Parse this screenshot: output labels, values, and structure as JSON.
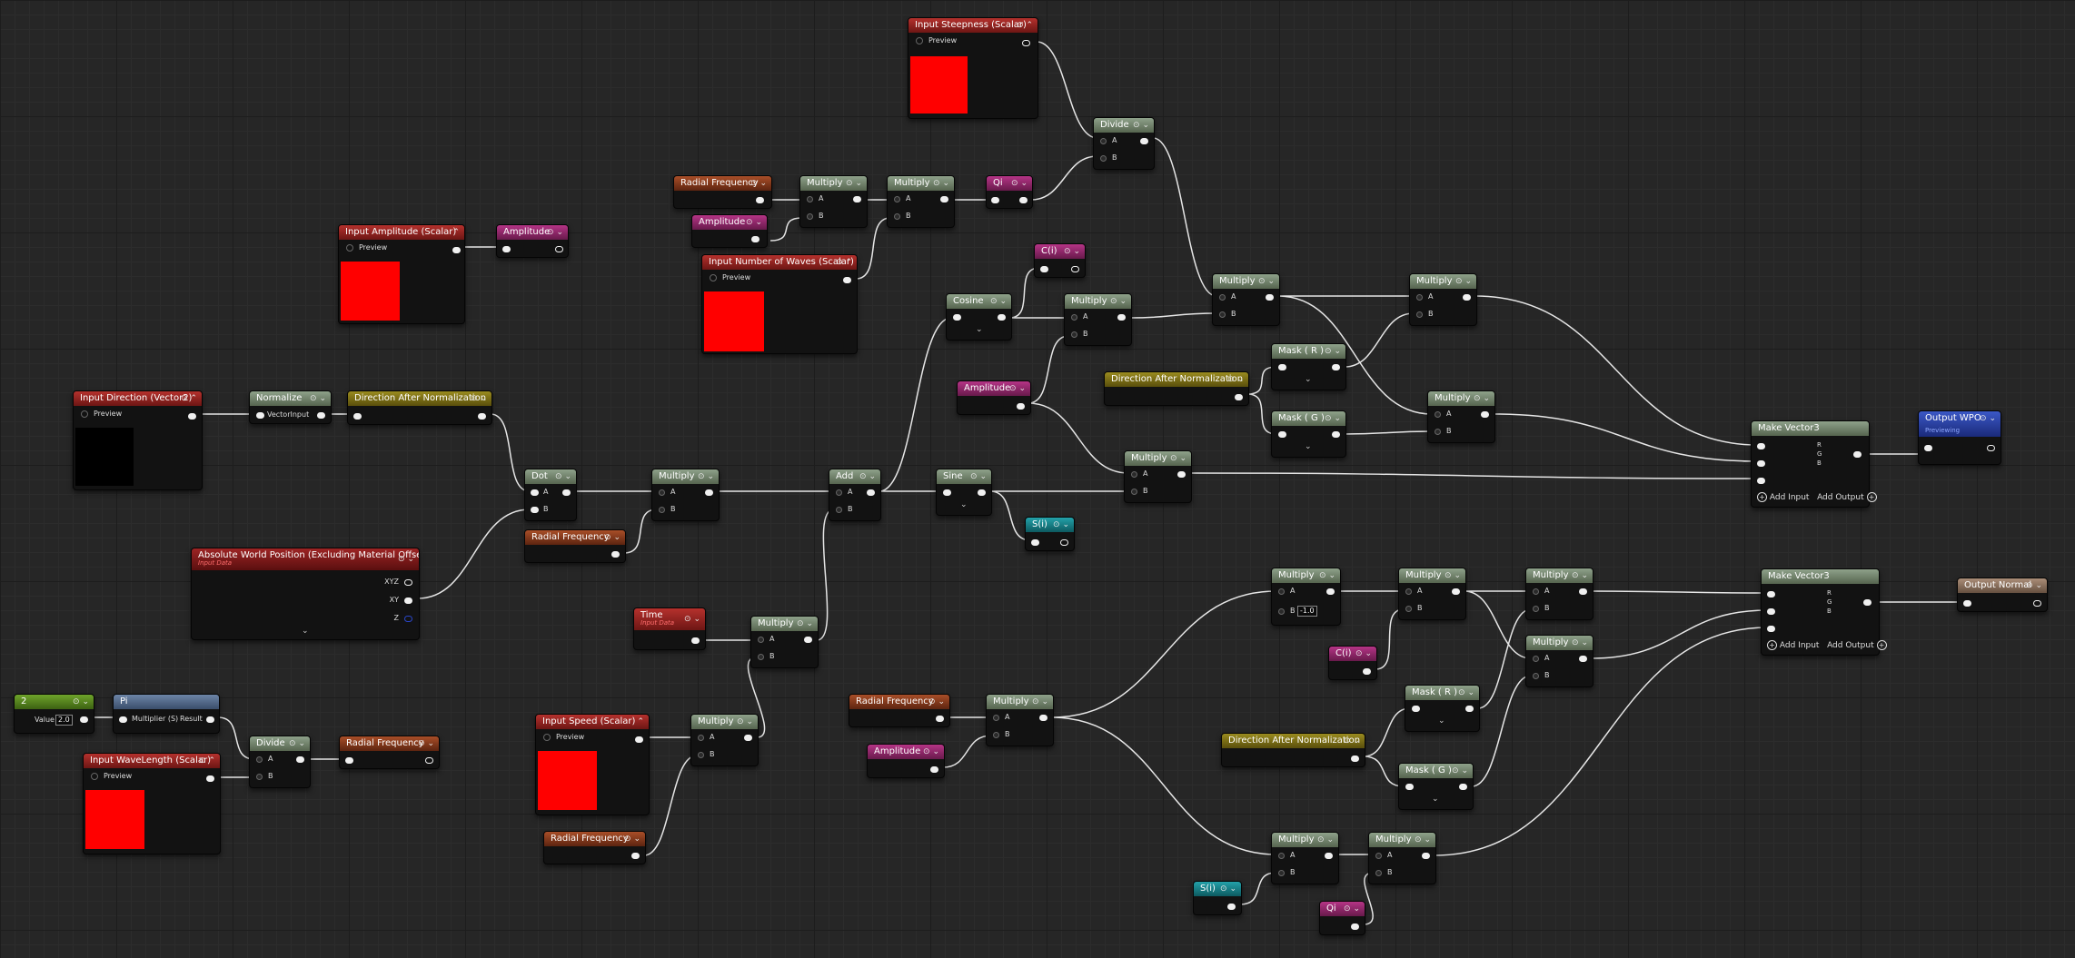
{
  "nodes": {
    "input_steepness": {
      "title": "Input Steepness (Scalar)",
      "preview": "Preview"
    },
    "input_amplitude": {
      "title": "Input Amplitude (Scalar)",
      "preview": "Preview"
    },
    "amplitude_out": {
      "title": "Amplitude"
    },
    "radial_freq_1": {
      "title": "Radial Frequency"
    },
    "amplitude_1": {
      "title": "Amplitude"
    },
    "multiply_1": {
      "title": "Multiply",
      "a": "A",
      "b": "B"
    },
    "multiply_2": {
      "title": "Multiply",
      "a": "A",
      "b": "B"
    },
    "qi_1": {
      "title": "Qi"
    },
    "divide_1": {
      "title": "Divide",
      "a": "A",
      "b": "B"
    },
    "input_num_waves": {
      "title": "Input Number of Waves (Scalar)",
      "preview": "Preview"
    },
    "ci_1": {
      "title": "C(i)"
    },
    "cosine": {
      "title": "Cosine"
    },
    "multiply_3": {
      "title": "Multiply",
      "a": "A",
      "b": "B"
    },
    "multiply_4": {
      "title": "Multiply",
      "a": "A",
      "b": "B"
    },
    "multiply_5": {
      "title": "Multiply",
      "a": "A",
      "b": "B"
    },
    "amplitude_2": {
      "title": "Amplitude"
    },
    "dir_after_norm_1": {
      "title": "Direction After Normalization"
    },
    "mask_r_1": {
      "title": "Mask ( R )"
    },
    "mask_g_1": {
      "title": "Mask ( G )"
    },
    "multiply_6": {
      "title": "Multiply",
      "a": "A",
      "b": "B"
    },
    "multiply_7": {
      "title": "Multiply",
      "a": "A",
      "b": "B"
    },
    "make_vector3_1": {
      "title": "Make Vector3",
      "r": "R",
      "g": "G",
      "b": "B",
      "add_input": "Add Input",
      "add_output": "Add Output"
    },
    "output_wpo": {
      "title": "Output WPO",
      "status": "Previewing"
    },
    "input_direction": {
      "title": "Input Direction (Vector2)",
      "preview": "Preview"
    },
    "normalize": {
      "title": "Normalize",
      "pin": "VectorInput"
    },
    "dir_after_norm_top": {
      "title": "Direction After Normalization"
    },
    "dot": {
      "title": "Dot",
      "a": "A",
      "b": "B"
    },
    "multiply_8": {
      "title": "Multiply",
      "a": "A",
      "b": "B"
    },
    "radial_freq_2": {
      "title": "Radial Frequency"
    },
    "add": {
      "title": "Add",
      "a": "A",
      "b": "B"
    },
    "sine": {
      "title": "Sine"
    },
    "si_1": {
      "title": "S(i)"
    },
    "abs_world_pos": {
      "title": "Absolute World Position (Excluding Material Offsets)",
      "subtitle": "Input Data",
      "xyz": "XYZ",
      "xy": "XY",
      "z": "Z"
    },
    "time": {
      "title": "Time",
      "subtitle": "Input Data"
    },
    "multiply_9": {
      "title": "Multiply",
      "a": "A",
      "b": "B"
    },
    "constant_2": {
      "title": "2",
      "value_label": "Value",
      "value": "2.0"
    },
    "pi": {
      "title": "Pi",
      "pin_label": "Multiplier (S)",
      "result": "Result"
    },
    "divide_2": {
      "title": "Divide",
      "a": "A",
      "b": "B"
    },
    "radial_freq_3": {
      "title": "Radial Frequency"
    },
    "input_wavelength": {
      "title": "Input WaveLength (Scalar)",
      "preview": "Preview"
    },
    "input_speed": {
      "title": "Input Speed (Scalar)",
      "preview": "Preview"
    },
    "multiply_10": {
      "title": "Multiply",
      "a": "A",
      "b": "B"
    },
    "radial_freq_4": {
      "title": "Radial Frequency"
    },
    "radial_freq_5": {
      "title": "Radial Frequency"
    },
    "multiply_11": {
      "title": "Multiply",
      "a": "A",
      "b": "B"
    },
    "amplitude_3": {
      "title": "Amplitude"
    },
    "multiply_12": {
      "title": "Multiply",
      "a": "A",
      "b": "B",
      "b_value": "-1.0"
    },
    "multiply_13": {
      "title": "Multiply",
      "a": "A",
      "b": "B"
    },
    "multiply_14": {
      "title": "Multiply",
      "a": "A",
      "b": "B"
    },
    "multiply_15": {
      "title": "Multiply",
      "a": "A",
      "b": "B"
    },
    "ci_2": {
      "title": "C(i)"
    },
    "dir_after_norm_2": {
      "title": "Direction After Normalization"
    },
    "mask_r_2": {
      "title": "Mask ( R )"
    },
    "mask_g_2": {
      "title": "Mask ( G )"
    },
    "make_vector3_2": {
      "title": "Make Vector3",
      "r": "R",
      "g": "G",
      "b": "B",
      "add_input": "Add Input",
      "add_output": "Add Output"
    },
    "output_normal": {
      "title": "Output Normal"
    },
    "multiply_16": {
      "title": "Multiply",
      "a": "A",
      "b": "B"
    },
    "multiply_17": {
      "title": "Multiply",
      "a": "A",
      "b": "B"
    },
    "si_2": {
      "title": "S(i)"
    },
    "qi_2": {
      "title": "Qi"
    }
  },
  "colors": {
    "wire": "#e6e6e6",
    "swatch": "#ff0000",
    "background": "#262626"
  }
}
